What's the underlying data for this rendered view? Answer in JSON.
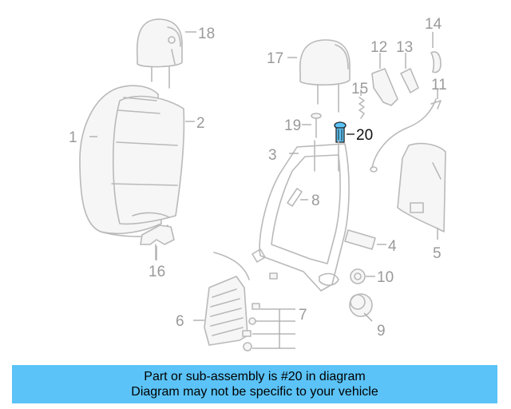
{
  "callouts": {
    "c1": "1",
    "c2": "2",
    "c3": "3",
    "c4": "4",
    "c5": "5",
    "c6": "6",
    "c7": "7",
    "c8": "8",
    "c9": "9",
    "c10": "10",
    "c11": "11",
    "c12": "12",
    "c13": "13",
    "c14": "14",
    "c15": "15",
    "c16": "16",
    "c17": "17",
    "c18": "18",
    "c19": "19",
    "c20": "20"
  },
  "highlight": {
    "part_number": "20",
    "color": "#5bc3f7"
  },
  "banner": {
    "line1": "Part or sub-assembly is #20 in diagram",
    "line2": "Diagram may not be specific to your vehicle",
    "background": "#5bc3f7"
  }
}
